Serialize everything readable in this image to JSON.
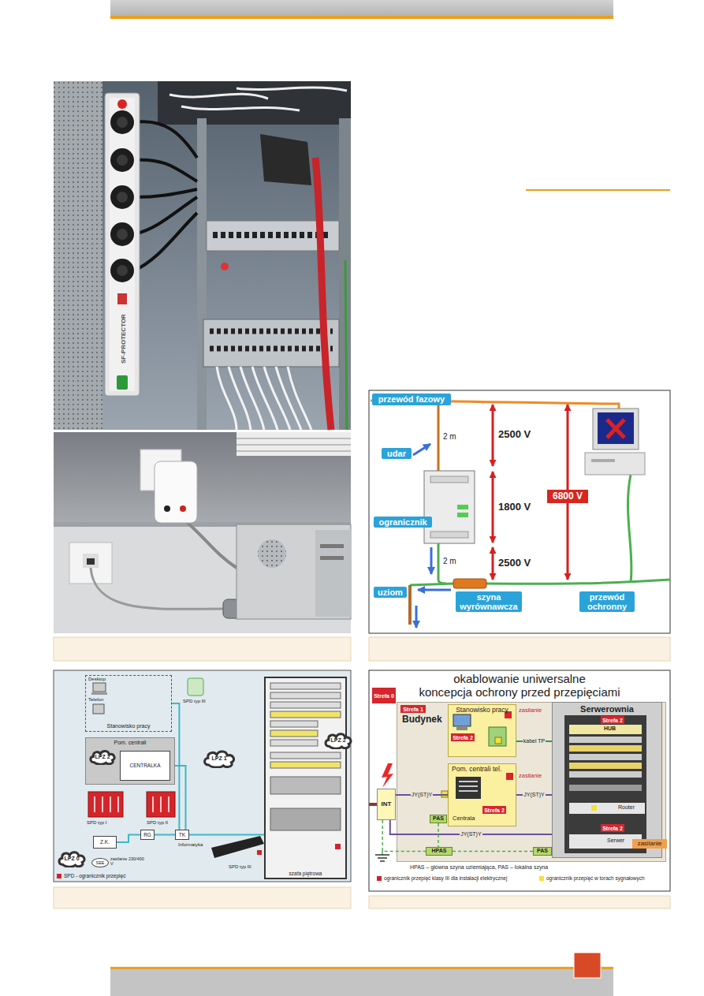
{
  "diagram": {
    "nodes": [
      {
        "text": [
          "przewód fazowy"
        ]
      },
      {
        "text": [
          "udar"
        ]
      },
      {
        "text": [
          "ogranicznik"
        ]
      },
      {
        "text": [
          "6800 V"
        ]
      },
      {
        "text": [
          "uziom"
        ]
      },
      {
        "text": [
          "szyna wyrównawcza"
        ]
      },
      {
        "text": [
          "przewód ochronny"
        ]
      },
      {
        "text": [
          "Stanowisko pracy"
        ]
      },
      {
        "text": [
          "Pom. centrali"
        ]
      },
      {
        "text": [
          "LPZ 2"
        ],
        "in": 8
      },
      {
        "text": [
          "CENTRALKA"
        ],
        "in": 8
      },
      {
        "text": [
          "LPZ 1"
        ]
      },
      {
        "text": [
          "LPZ 2"
        ]
      },
      {
        "text": [
          "RG"
        ]
      },
      {
        "text": [
          "TK"
        ]
      },
      {
        "text": [
          "Z.K."
        ]
      },
      {
        "text": [
          "LPZ 0"
        ]
      },
      {
        "text": [
          "SEE"
        ]
      },
      {
        "text": [
          "szafa piętrowa"
        ]
      },
      {
        "text": [
          "Strefa 0"
        ]
      },
      {
        "text": [
          "Budynek"
        ]
      },
      {
        "text": [
          "Strefa 1"
        ],
        "in": 20
      },
      {
        "text": [
          "Stanowisko pracy"
        ],
        "in": 20
      },
      {
        "text": [
          "Strefa 2"
        ],
        "in": 22
      },
      {
        "text": [
          "Serwerownia"
        ],
        "in": 20
      },
      {
        "text": [
          "Strefa 2"
        ],
        "in": 24
      },
      {
        "text": [
          "Pom. centrali tel."
        ],
        "in": 20
      },
      {
        "text": [
          "Strefa 2"
        ],
        "in": 26
      },
      {
        "text": [
          "INT"
        ]
      },
      {
        "text": [
          "PAS"
        ],
        "in": 20
      },
      {
        "text": [
          "Strefa 2"
        ],
        "in": 24
      },
      {
        "text": [
          "zasilanie"
        ]
      },
      {
        "text": [
          "HPAS"
        ],
        "in": 20
      },
      {
        "text": [
          "PAS"
        ],
        "in": 20
      }
    ],
    "edges": [
      {
        "from": 15,
        "to": 13,
        "arrow": "none"
      },
      {
        "from": 13,
        "to": 14,
        "arrow": "none"
      },
      {
        "from": 14,
        "to": 18,
        "arrow": "none"
      },
      {
        "from": 7,
        "to": 14,
        "arrow": "none"
      },
      {
        "from": 8,
        "to": 14,
        "arrow": "none"
      },
      {
        "from": 22,
        "to": 24,
        "label": "kabel TP",
        "arrow": "none"
      },
      {
        "from": 28,
        "to": 26,
        "label": "JY(ST)Y",
        "arrow": "none"
      },
      {
        "from": 26,
        "to": 24,
        "label": "JY(ST)Y",
        "arrow": "none"
      },
      {
        "from": 28,
        "to": 24,
        "label": "JY(ST)Y",
        "arrow": "none"
      },
      {
        "from": 29,
        "to": 32,
        "arrow": "none"
      },
      {
        "from": 28,
        "to": 32,
        "arrow": "none"
      },
      {
        "from": 32,
        "to": 33,
        "arrow": "none"
      }
    ],
    "labels": [
      "SF-PROTECTOR",
      "2 m",
      "2500 V",
      "1800 V",
      "2 m",
      "2500 V",
      "Desktop",
      "Telefon",
      "SPD typ III",
      "SPD typ II",
      "SPD typ I",
      "Informatyka",
      "zasilanie 230/400 V",
      "SPD typ III",
      "okablowanie uniwersalne",
      "koncepcja ochrony przed przepięciami",
      "zasilanie",
      "HUB",
      "zasilanie",
      "Centrala",
      "Router",
      "Serwer",
      "HPAS – główna szyna uziemiająca, PAS – lokalna szyna"
    ],
    "legend": [
      {
        "text": "SPD - ogranicznik przepięć",
        "color": "#d3232a"
      },
      {
        "text": "ogranicznik przepięć klasy III dla instalacji elektrycznej",
        "color": "#d3232a"
      },
      {
        "text": "ogranicznik przepięć w torach sygnałowych",
        "color": "#f2e23a"
      }
    ]
  }
}
